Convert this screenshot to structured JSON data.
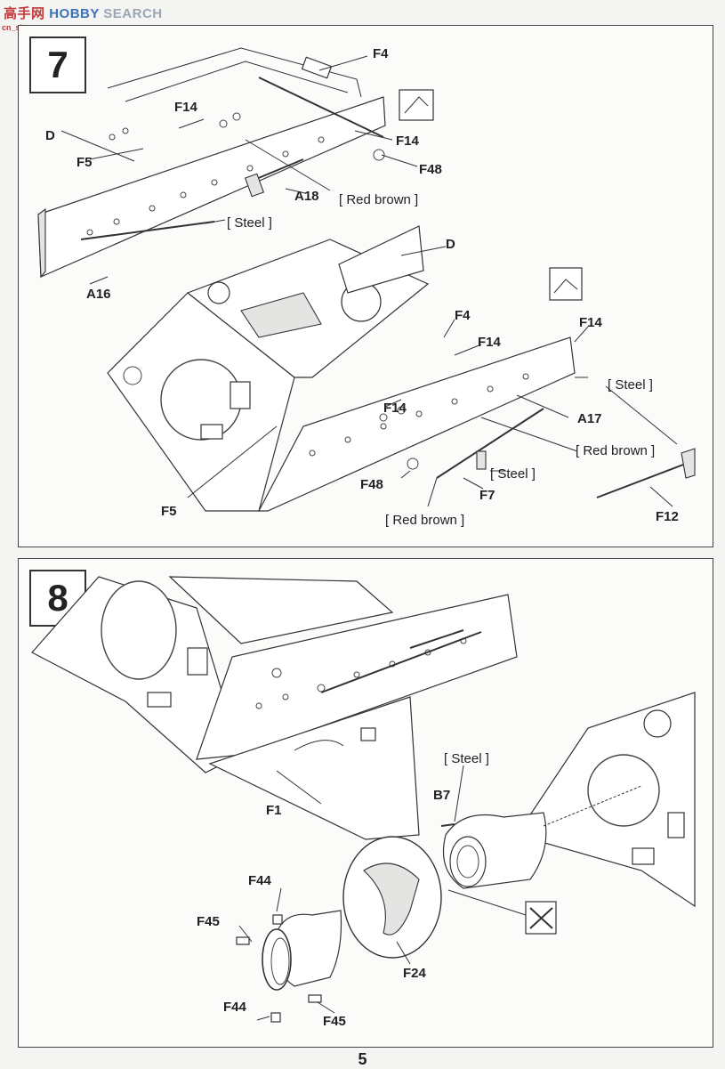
{
  "watermark": {
    "text_a": "HOBBY",
    "text_b": "SEARCH",
    "sub": "cn_shou.com",
    "logo_glyph": "高手网"
  },
  "steps": [
    {
      "number": "7",
      "labels": {
        "f4_top": "F4",
        "f14_left": "F14",
        "d_left": "D",
        "f5_top": "F5",
        "f14_right": "F14",
        "f48_top": "F48",
        "a18": "A18",
        "red_brown_top": "[ Red brown ]",
        "steel_top": "[ Steel ]",
        "a16": "A16",
        "d_mid": "D",
        "f4_mid": "F4",
        "f14_mid": "F14",
        "f14_far": "F14",
        "f14_low": "F14",
        "steel_right": "[ Steel ]",
        "a17": "A17",
        "red_brown_right": "[ Red brown ]",
        "steel_mid": "[ Steel ]",
        "f48_low": "F48",
        "f7": "F7",
        "f5_low": "F5",
        "red_brown_low": "[ Red brown ]",
        "f12": "F12"
      }
    },
    {
      "number": "8",
      "labels": {
        "steel": "[ Steel ]",
        "b7": "B7",
        "f1": "F1",
        "f44_top": "F44",
        "f45_left": "F45",
        "f24": "F24",
        "f44_bottom": "F44",
        "f45_bottom": "F45"
      }
    }
  ],
  "page_number": "5"
}
